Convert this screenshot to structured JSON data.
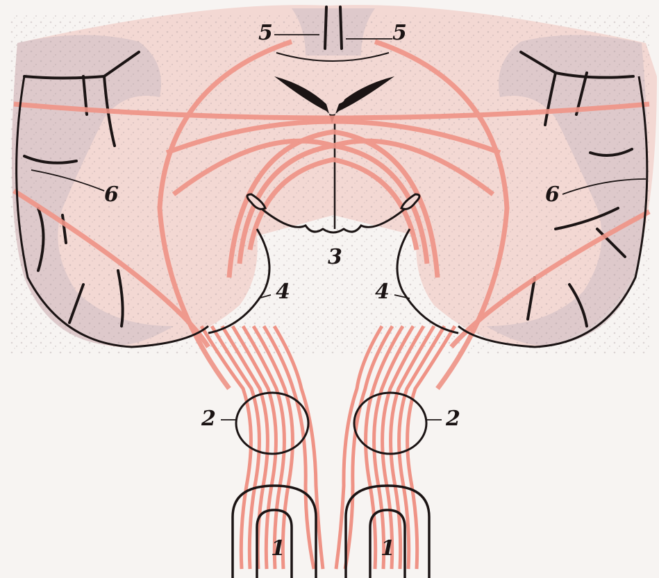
{
  "labels": {
    "l1_left": "1",
    "l1_right": "1",
    "l2_left": "2",
    "l2_right": "2",
    "l3": "3",
    "l4_left": "4",
    "l4_right": "4",
    "l5_left": "5",
    "l5_right": "5",
    "l6_left": "6",
    "l6_right": "6"
  },
  "colors": {
    "background": "#f7f4f2",
    "tissue": "#f3d8d3",
    "cortex": "#d9c7c9",
    "fiber": "#ef9386",
    "outline": "#1b1414"
  }
}
